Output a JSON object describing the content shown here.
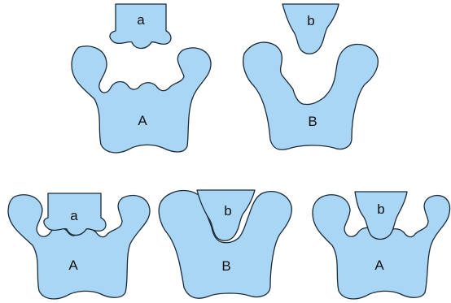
{
  "labels": {
    "top_receptor_left": "A",
    "top_ligand_left": "a",
    "top_receptor_right": "B",
    "top_ligand_right": "b",
    "bottom_left_receptor": "A",
    "bottom_left_ligand": "a",
    "bottom_middle_receptor": "B",
    "bottom_middle_ligand": "b",
    "bottom_right_receptor": "A",
    "bottom_right_ligand": "b"
  },
  "colors": {
    "fill": "#a9d6f5",
    "stroke": "#1b2a38"
  }
}
